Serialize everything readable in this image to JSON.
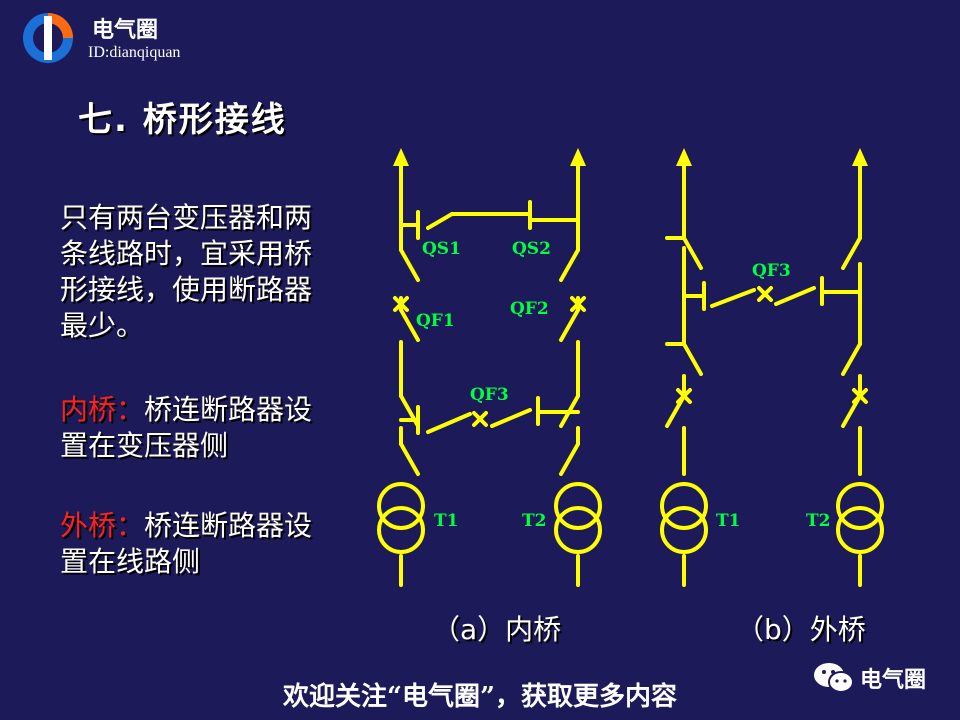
{
  "brand": {
    "name": "电气圈",
    "id": "ID:dianqiquan"
  },
  "title": "七. 桥形接线",
  "description": {
    "lines": [
      "只有两台变压器和两",
      "条线路时，宜采用桥",
      "形接线，使用断路器",
      "最少。"
    ]
  },
  "inner_bridge": {
    "keyword": "内桥：",
    "lines": [
      "桥连断路器设",
      "置在变压器侧"
    ]
  },
  "outer_bridge": {
    "keyword": "外桥：",
    "lines": [
      "桥连断路器设",
      "置在线路侧"
    ]
  },
  "diagram_a": {
    "labels": {
      "qs1": "QS1",
      "qs2": "QS2",
      "qf1": "QF1",
      "qf2": "QF2",
      "qf3": "QF3",
      "t1": "T1",
      "t2": "T2"
    },
    "caption": "（a）内桥"
  },
  "diagram_b": {
    "labels": {
      "qf3": "QF3",
      "t1": "T1",
      "t2": "T2"
    },
    "caption": "（b）外桥"
  },
  "footer": "欢迎关注“电气圈”，获取更多内容",
  "watermark": "电气圈",
  "colors": {
    "background": "#1c1a58",
    "line": "#ffff00",
    "label": "#00ff40",
    "keyword": "#ff2020",
    "text": "#ffffff"
  }
}
